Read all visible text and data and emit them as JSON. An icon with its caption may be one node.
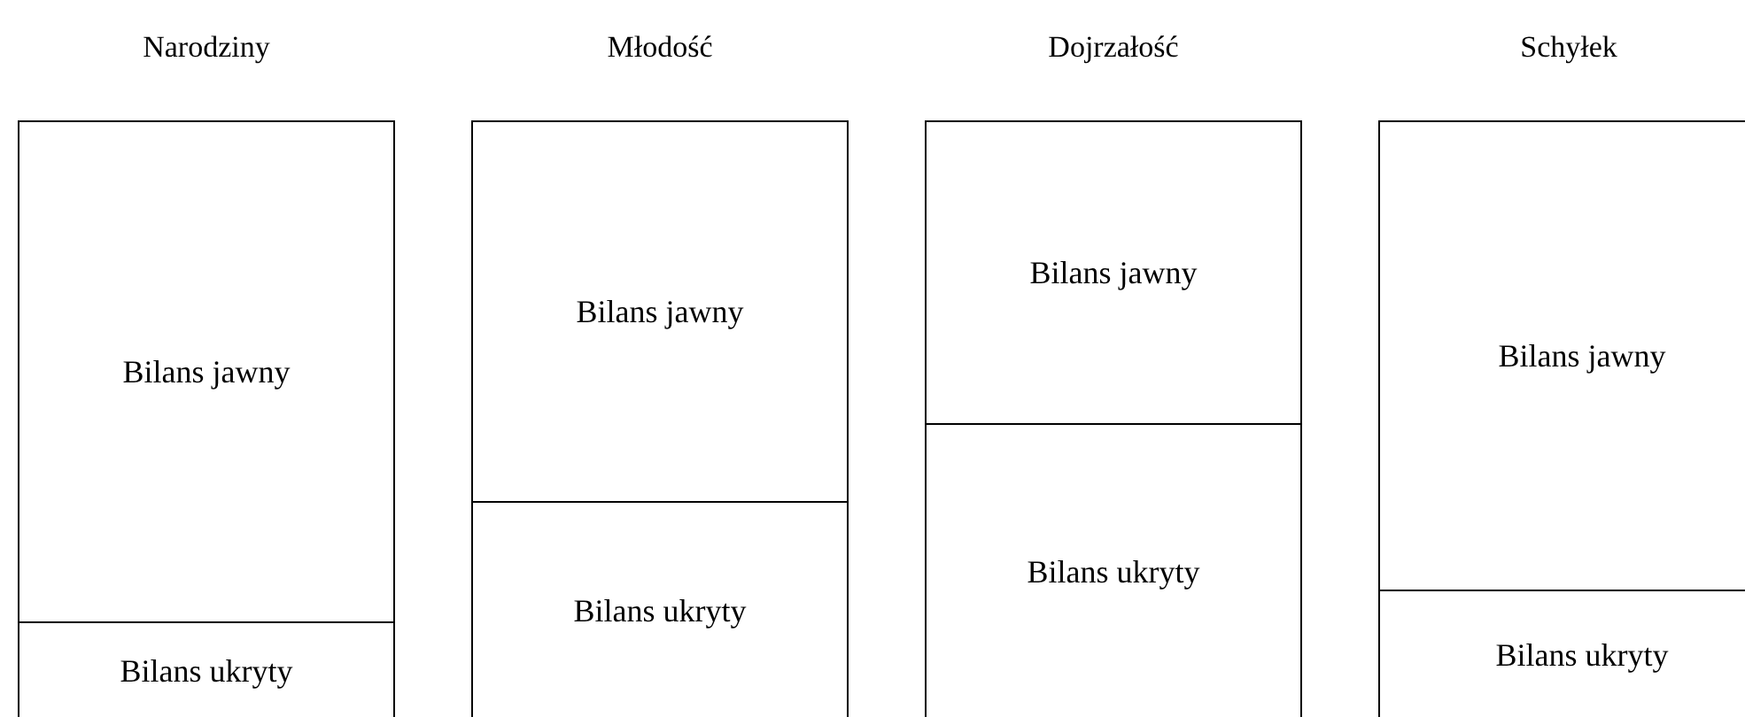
{
  "diagram": {
    "nodes": [
      {
        "text": [
          "Narodziny"
        ]
      },
      {
        "text": [
          "Bilans jawny"
        ],
        "in": 0
      },
      {
        "text": [
          "Bilans ukryty"
        ],
        "in": 0
      },
      {
        "text": [
          "Młodość"
        ]
      },
      {
        "text": [
          "Bilans jawny"
        ],
        "in": 3
      },
      {
        "text": [
          "Bilans ukryty"
        ],
        "in": 3
      },
      {
        "text": [
          "Dojrzałość"
        ]
      },
      {
        "text": [
          "Bilans jawny"
        ],
        "in": 6
      },
      {
        "text": [
          "Bilans ukryty"
        ],
        "in": 6
      },
      {
        "text": [
          "Schyłek"
        ]
      },
      {
        "text": [
          "Bilans jawny"
        ],
        "in": 9
      },
      {
        "text": [
          "Bilans ukryty"
        ],
        "in": 9
      }
    ]
  }
}
